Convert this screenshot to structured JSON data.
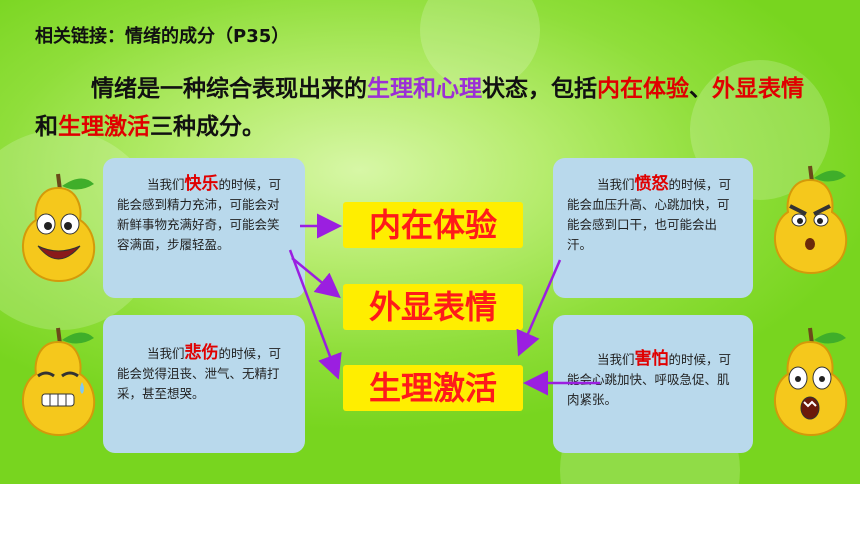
{
  "heading": "相关链接：情绪的成分（P35）",
  "intro": {
    "part1": "情绪是一种综合表现出来的",
    "highlight1": "生理和心理",
    "part2": "状态，包括",
    "highlight2": "内在体验",
    "part3": "、",
    "highlight3": "外显表情",
    "part4": "和",
    "highlight4": "生理激活",
    "part5": "三种成分。"
  },
  "components": [
    "内在体验",
    "外显表情",
    "生理激活"
  ],
  "cards": [
    {
      "pre": "当我们",
      "emotion": "快乐",
      "post": "的时候，可能会感到精力充沛，可能会对新鲜事物充满好奇，可能会笑容满面，步履轻盈。"
    },
    {
      "pre": "当我们",
      "emotion": "悲伤",
      "post": "的时候，可能会觉得沮丧、泄气、无精打采，甚至想哭。"
    },
    {
      "pre": "当我们",
      "emotion": "愤怒",
      "post": "的时候，可能会血压升高、心跳加快，可能会感到口干，也可能会出汗。"
    },
    {
      "pre": "当我们",
      "emotion": "害怕",
      "post": "的时候，可能会心跳加快、呼吸急促、肌肉紧张。"
    }
  ],
  "colors": {
    "accent_red": "#e00000",
    "accent_purple": "#9b2fd6",
    "badge_bg": "#ffee00",
    "arrow": "#9b1fe0"
  }
}
